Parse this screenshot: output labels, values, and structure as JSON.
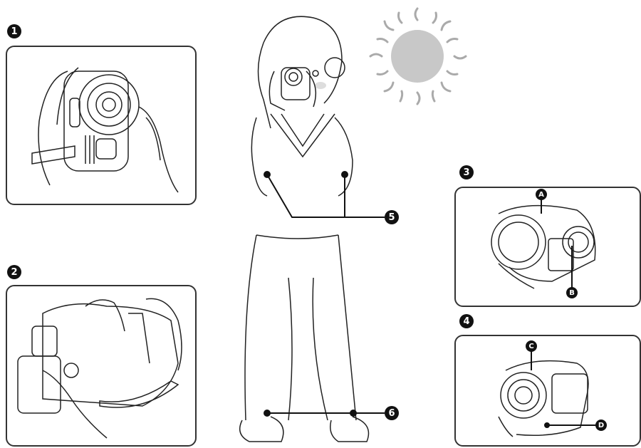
{
  "markers": {
    "m1": "1",
    "m2": "2",
    "m3": "3",
    "m4": "4",
    "m5": "5",
    "m6": "6"
  },
  "letters": {
    "a": "A",
    "b": "B",
    "c": "C",
    "d": "D"
  },
  "colors": {
    "ink": "#222222",
    "sun": "#c8c8c8",
    "panel_border": "#333333"
  }
}
